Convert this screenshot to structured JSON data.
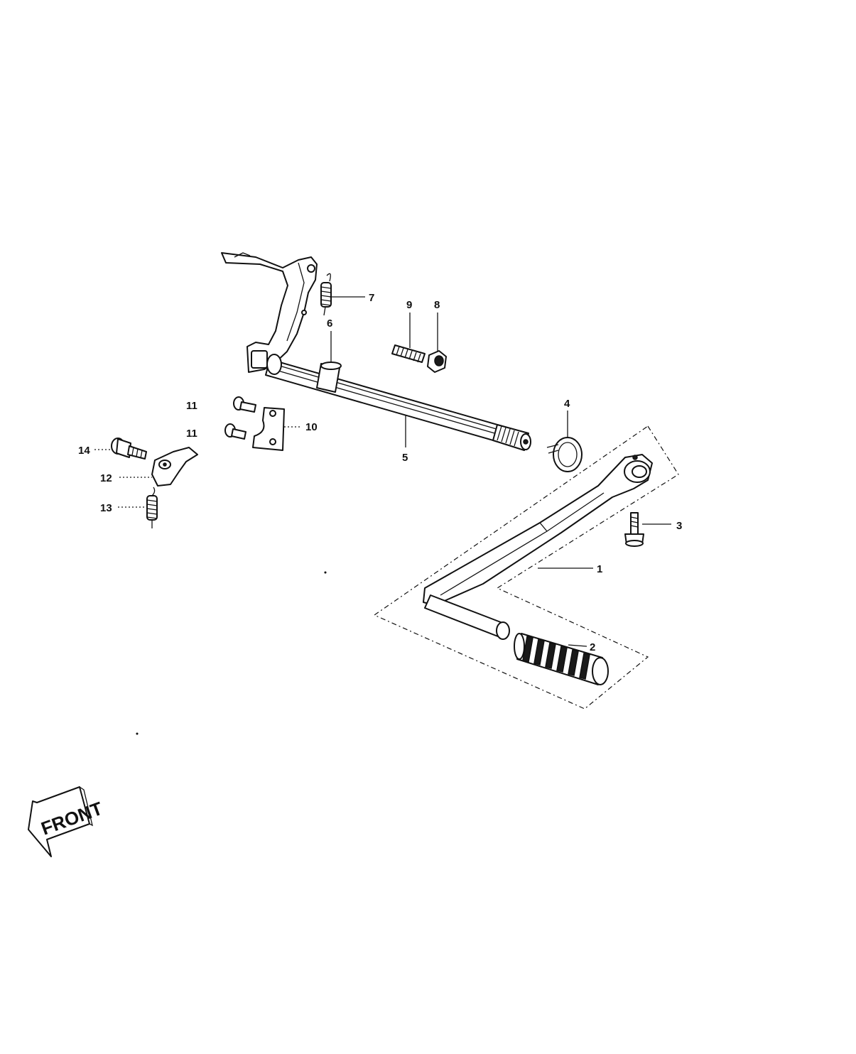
{
  "callouts": {
    "c1": "1",
    "c2": "2",
    "c3": "3",
    "c4": "4",
    "c5": "5",
    "c6": "6",
    "c7": "7",
    "c8": "8",
    "c9": "9",
    "c10": "10",
    "c11a": "11",
    "c11b": "11",
    "c12": "12",
    "c13": "13",
    "c14": "14"
  },
  "front_arrow": {
    "label": "FRONT"
  },
  "colors": {
    "ink": "#111111",
    "paper": "#ffffff"
  }
}
